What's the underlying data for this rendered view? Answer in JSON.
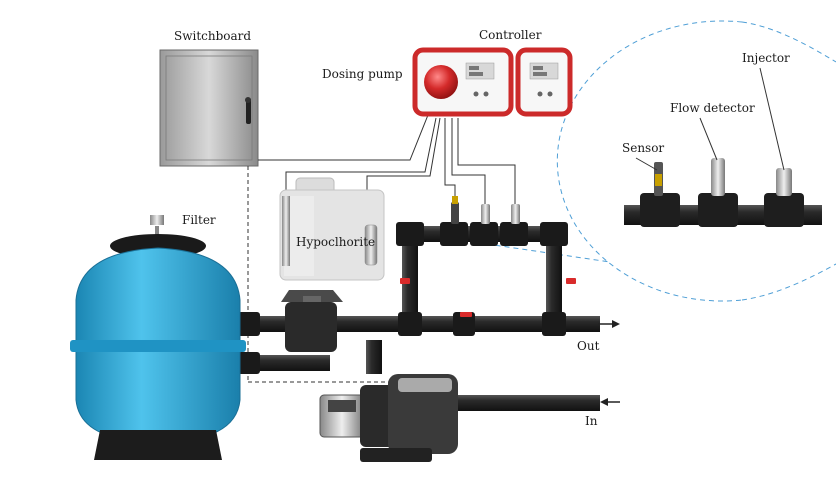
{
  "labels": {
    "switchboard": "Switchboard",
    "controller": "Controller",
    "dosing_pump": "Dosing pump",
    "injector": "Injector",
    "flow_detector": "Flow detector",
    "sensor": "Sensor",
    "filter": "Filter",
    "hypochlorite": "Hypoclhorite",
    "out": "Out",
    "in": "In"
  },
  "colors": {
    "pipe": "#2c2c2c",
    "filter_body": "#2aa8d8",
    "controller_frame": "#cc2a2a",
    "pump_dial": "#d42a2a",
    "valve_handle": "#d92b2b",
    "detail_circle": "#4f9fd6",
    "tank": "#e2e2e2"
  }
}
